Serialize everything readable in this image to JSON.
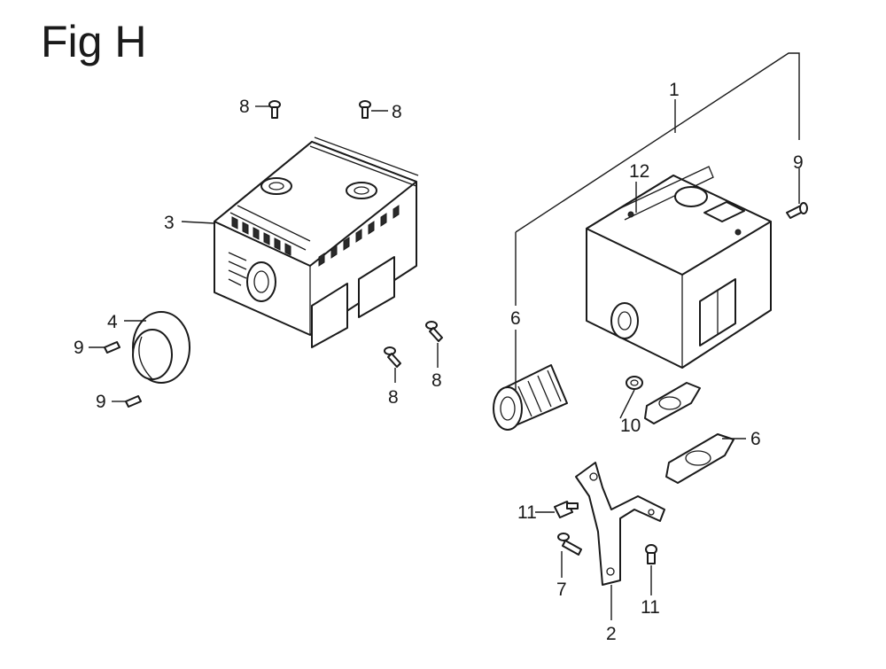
{
  "figure": {
    "title": "Fig H"
  },
  "callouts": [
    {
      "id": "c1",
      "text": "1"
    },
    {
      "id": "c2",
      "text": "2"
    },
    {
      "id": "c3",
      "text": "3"
    },
    {
      "id": "c4",
      "text": "4"
    },
    {
      "id": "c6a",
      "text": "6"
    },
    {
      "id": "c6b",
      "text": "6"
    },
    {
      "id": "c7",
      "text": "7"
    },
    {
      "id": "c8a",
      "text": "8"
    },
    {
      "id": "c8b",
      "text": "8"
    },
    {
      "id": "c8c",
      "text": "8"
    },
    {
      "id": "c8d",
      "text": "8"
    },
    {
      "id": "c9a",
      "text": "9"
    },
    {
      "id": "c9b",
      "text": "9"
    },
    {
      "id": "c9c",
      "text": "9"
    },
    {
      "id": "c10",
      "text": "10"
    },
    {
      "id": "c11a",
      "text": "11"
    },
    {
      "id": "c11b",
      "text": "11"
    },
    {
      "id": "c12",
      "text": "12"
    }
  ],
  "colors": {
    "ink": "#1a1a1a",
    "background": "#ffffff"
  }
}
